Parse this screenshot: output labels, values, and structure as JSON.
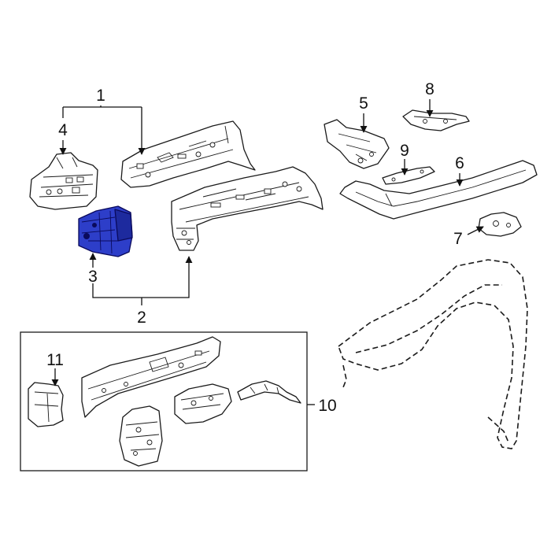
{
  "callouts": {
    "c1": "1",
    "c2": "2",
    "c3": "3",
    "c4": "4",
    "c5": "5",
    "c6": "6",
    "c7": "7",
    "c8": "8",
    "c9": "9",
    "c10": "10",
    "c11": "11"
  },
  "colors": {
    "highlight": "#2d3ec9",
    "highlight_dark": "#1d2a9e",
    "line": "#1a1a1a",
    "background": "#ffffff"
  },
  "highlighted_part": "3"
}
